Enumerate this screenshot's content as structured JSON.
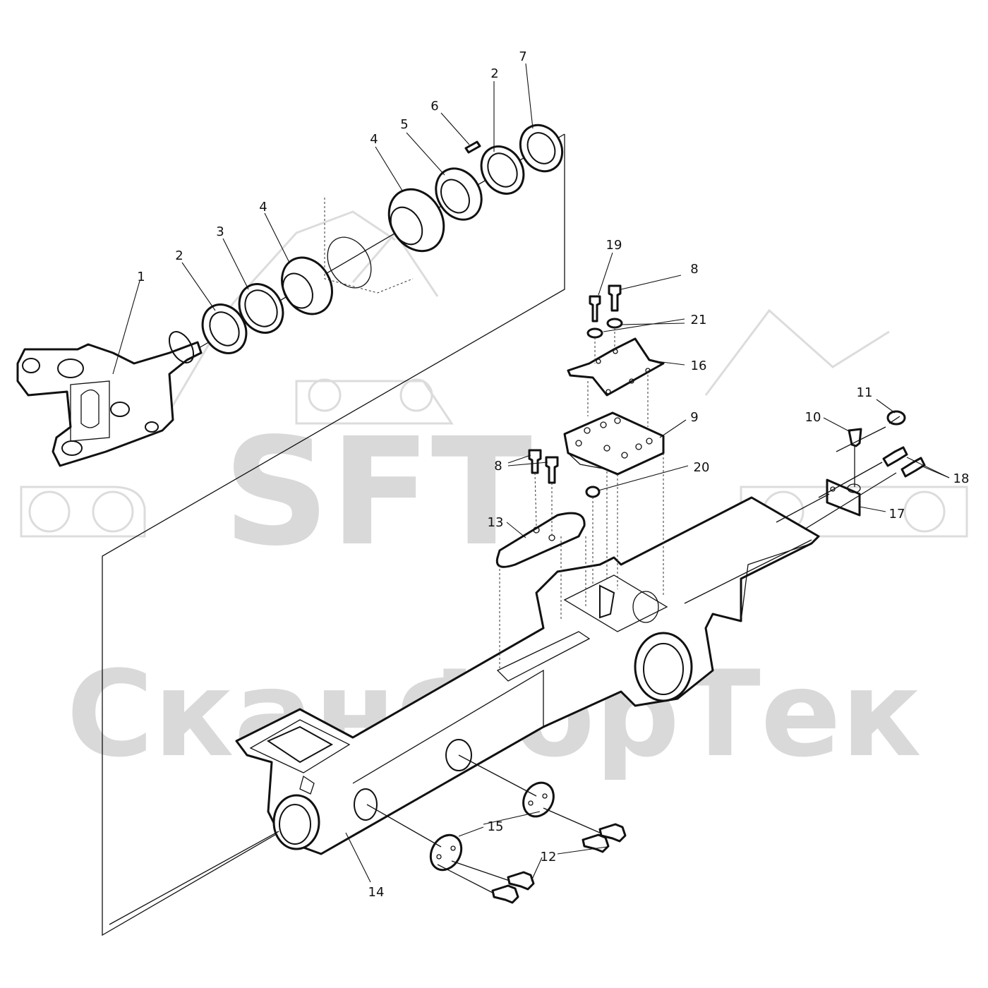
{
  "watermark": {
    "brand": "SFT",
    "company": "СканФорТек"
  },
  "callouts": [
    {
      "id": "c1",
      "label": "1"
    },
    {
      "id": "c2a",
      "label": "2"
    },
    {
      "id": "c3",
      "label": "3"
    },
    {
      "id": "c4a",
      "label": "4"
    },
    {
      "id": "c4b",
      "label": "4"
    },
    {
      "id": "c5",
      "label": "5"
    },
    {
      "id": "c6",
      "label": "6"
    },
    {
      "id": "c2b",
      "label": "2"
    },
    {
      "id": "c7",
      "label": "7"
    },
    {
      "id": "c19",
      "label": "19"
    },
    {
      "id": "c8a",
      "label": "8"
    },
    {
      "id": "c21",
      "label": "21"
    },
    {
      "id": "c16",
      "label": "16"
    },
    {
      "id": "c9",
      "label": "9"
    },
    {
      "id": "c8b",
      "label": "8"
    },
    {
      "id": "c20",
      "label": "20"
    },
    {
      "id": "c13",
      "label": "13"
    },
    {
      "id": "c11",
      "label": "11"
    },
    {
      "id": "c10",
      "label": "10"
    },
    {
      "id": "c18",
      "label": "18"
    },
    {
      "id": "c17",
      "label": "17"
    },
    {
      "id": "c15",
      "label": "15"
    },
    {
      "id": "c12",
      "label": "12"
    },
    {
      "id": "c14",
      "label": "14"
    }
  ]
}
